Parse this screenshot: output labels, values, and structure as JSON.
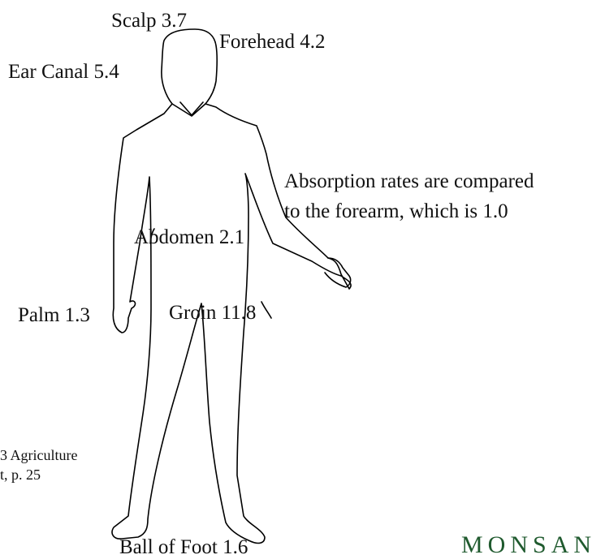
{
  "labels": {
    "scalp": "Scalp 3.7",
    "forehead": "Forehead 4.2",
    "ear_canal": "Ear Canal 5.4",
    "note_line1": "Absorption rates are compared",
    "note_line2": "to the forearm, which is 1.0",
    "abdomen": "Abdomen 2.1",
    "palm": "Palm 1.3",
    "groin": "Groin 11.8",
    "ball_of_foot": "Ball of Foot 1.6"
  },
  "source": {
    "line1": "3 Agriculture",
    "line2": "t, p. 25"
  },
  "logo": {
    "text": "MONSAN"
  },
  "colors": {
    "outline": "#000000",
    "text": "#111111",
    "logo": "#1f5a2e"
  }
}
